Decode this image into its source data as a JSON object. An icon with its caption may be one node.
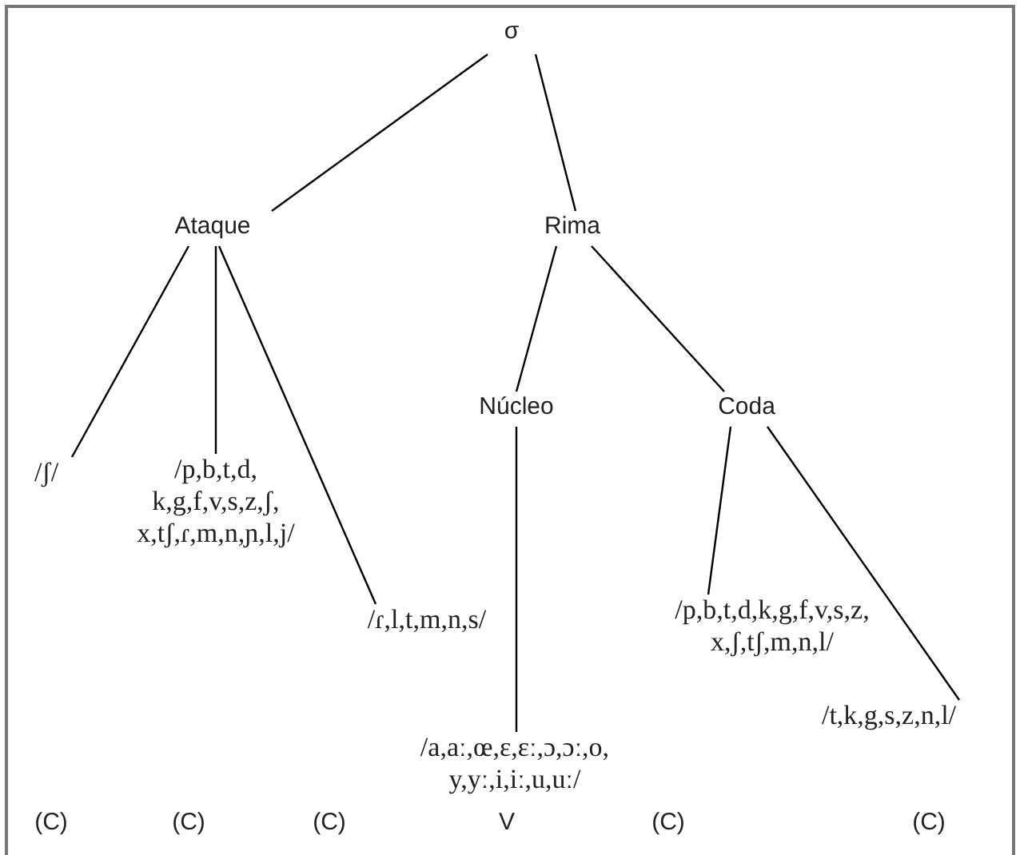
{
  "diagram": {
    "nodes": [
      {
        "text": [
          "σ"
        ]
      },
      {
        "text": [
          "Ataque"
        ]
      },
      {
        "text": [
          "Rima"
        ]
      },
      {
        "text": [
          "/ʃ/"
        ]
      },
      {
        "text": [
          "/p,b,t,d, k,g,f,v,s,z,ʃ, x,tʃ,ɾ,m,n,ɲ,l,j/"
        ]
      },
      {
        "text": [
          "/ɾ,l,t,m,n,s/"
        ]
      },
      {
        "text": [
          "Núcleo"
        ]
      },
      {
        "text": [
          "Coda"
        ]
      },
      {
        "text": [
          "/a,aː,œ,ɛ,ɛː,ɔ,ɔː,o, y,yː,i,iː,u,uː/"
        ]
      },
      {
        "text": [
          "/p,b,t,d,k,g,f,v,s,z, x,ʃ,tʃ,m,n,l/"
        ]
      },
      {
        "text": [
          "/t,k,g,s,z,n,l/"
        ]
      }
    ],
    "edges": [
      {
        "from": 0,
        "to": 1,
        "arrow": "none"
      },
      {
        "from": 0,
        "to": 2,
        "arrow": "none"
      },
      {
        "from": 1,
        "to": 3,
        "arrow": "none"
      },
      {
        "from": 1,
        "to": 4,
        "arrow": "none"
      },
      {
        "from": 1,
        "to": 5,
        "arrow": "none"
      },
      {
        "from": 2,
        "to": 6,
        "arrow": "none"
      },
      {
        "from": 2,
        "to": 7,
        "arrow": "none"
      },
      {
        "from": 6,
        "to": 8,
        "arrow": "none"
      },
      {
        "from": 7,
        "to": 9,
        "arrow": "none"
      },
      {
        "from": 7,
        "to": 10,
        "arrow": "none"
      }
    ],
    "labels": [
      "(C)",
      "(C)",
      "(C)",
      "V",
      "(C)",
      "(C)"
    ]
  }
}
